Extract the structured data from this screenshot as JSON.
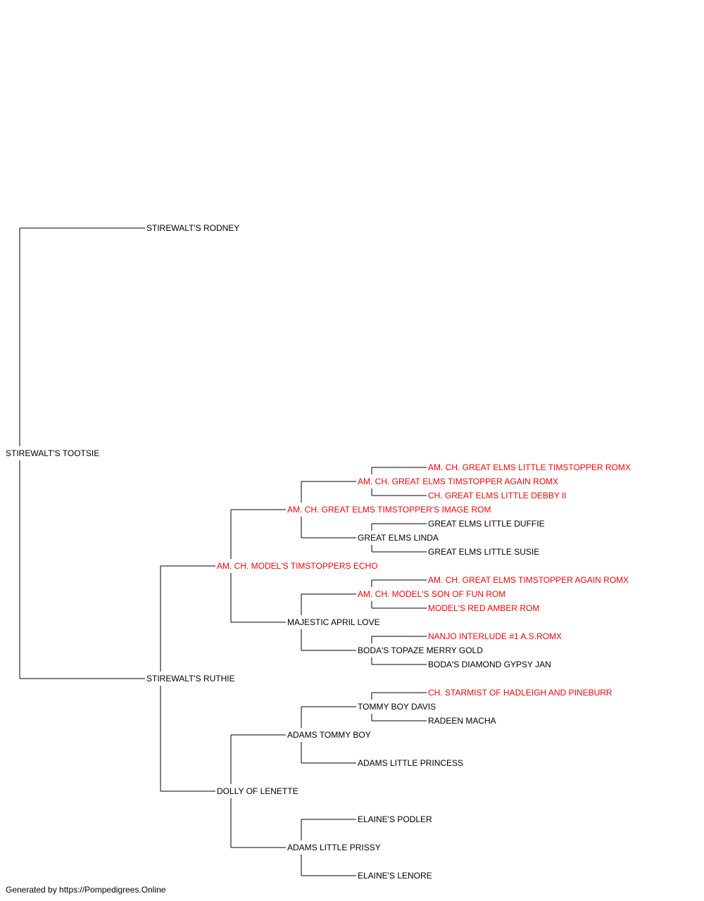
{
  "colors": {
    "champion": "#ff0000",
    "normal": "#000000",
    "line": "#000000"
  },
  "pedigree": {
    "subject": {
      "name": "STIREWALT'S TOOTSIE",
      "champion": false
    },
    "sire": {
      "name": "STIREWALT'S RODNEY",
      "champion": false
    },
    "dam": {
      "name": "STIREWALT'S RUTHIE",
      "champion": false,
      "sire": {
        "name": "AM. CH. MODEL'S TIMSTOPPERS ECHO",
        "champion": true,
        "sire": {
          "name": "AM. CH. GREAT ELMS TIMSTOPPER'S IMAGE ROM",
          "champion": true,
          "sire": {
            "name": "AM. CH. GREAT ELMS TIMSTOPPER AGAIN ROMX",
            "champion": true,
            "sire": {
              "name": "AM. CH. GREAT ELMS LITTLE TIMSTOPPER ROMX",
              "champion": true
            },
            "dam": {
              "name": "CH. GREAT ELMS LITTLE DEBBY II",
              "champion": true
            }
          },
          "dam": {
            "name": "GREAT ELMS LINDA",
            "champion": false,
            "sire": {
              "name": "GREAT ELMS LITTLE DUFFIE",
              "champion": false
            },
            "dam": {
              "name": "GREAT ELMS LITTLE SUSIE",
              "champion": false
            }
          }
        },
        "dam": {
          "name": "MAJESTIC APRIL LOVE",
          "champion": false,
          "sire": {
            "name": "AM. CH. MODEL'S SON OF FUN ROM",
            "champion": true,
            "sire": {
              "name": "AM. CH. GREAT ELMS TIMSTOPPER AGAIN ROMX",
              "champion": true
            },
            "dam": {
              "name": "MODEL'S RED AMBER ROM",
              "champion": true
            }
          },
          "dam": {
            "name": "BODA'S TOPAZE MERRY GOLD",
            "champion": false,
            "sire": {
              "name": "NANJO INTERLUDE #1 A.S.ROMX",
              "champion": true
            },
            "dam": {
              "name": "BODA'S DIAMOND GYPSY JAN",
              "champion": false
            }
          }
        }
      },
      "dam": {
        "name": "DOLLY OF LENETTE",
        "champion": false,
        "sire": {
          "name": "ADAMS TOMMY BOY",
          "champion": false,
          "sire": {
            "name": "TOMMY BOY DAVIS",
            "champion": false,
            "sire": {
              "name": "CH. STARMIST OF HADLEIGH AND PINEBURR",
              "champion": true
            },
            "dam": {
              "name": "RADEEN MACHA",
              "champion": false
            }
          },
          "dam": {
            "name": "ADAMS LITTLE PRINCESS",
            "champion": false
          }
        },
        "dam": {
          "name": "ADAMS LITTLE PRISSY",
          "champion": false,
          "sire": {
            "name": "ELAINE'S PODLER",
            "champion": false
          },
          "dam": {
            "name": "ELAINE'S LENORE",
            "champion": false
          }
        }
      }
    }
  },
  "footer": {
    "text": "Generated by https://Pompedigrees.Online"
  }
}
